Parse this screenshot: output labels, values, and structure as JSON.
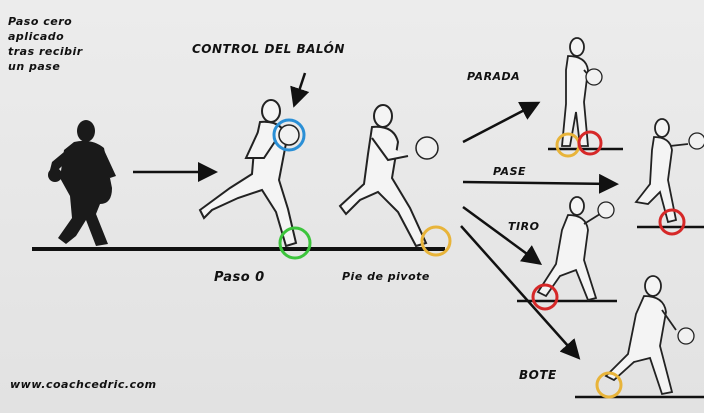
{
  "intro_lines": [
    "Paso cero",
    "aplicado",
    "tras recibir",
    "un pase"
  ],
  "labels": {
    "control": "CONTROL DEL BALÓN",
    "paso0": "Paso 0",
    "pivote": "Pie de pivote",
    "parada": "PARADA",
    "pase": "PASE",
    "tiro": "TIRO",
    "bote": "BOTE",
    "website": "www.coachcedric.com"
  },
  "colors": {
    "ball_highlight": "#2a8fd6",
    "step_zero": "#3cc43c",
    "pivot": "#e8b43a",
    "lifted_foot": "#d62828"
  }
}
